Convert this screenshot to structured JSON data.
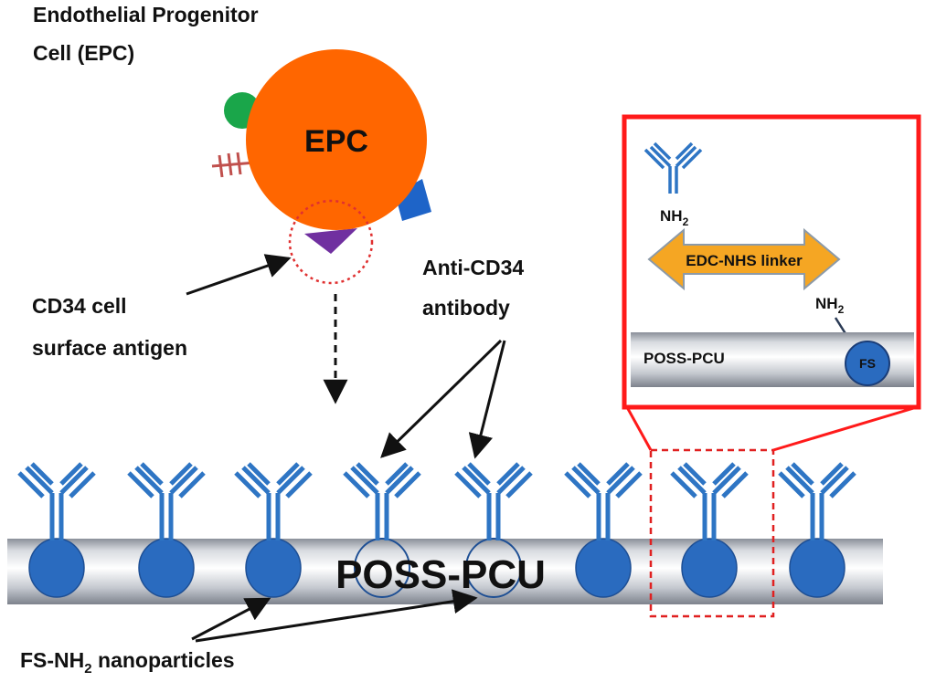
{
  "title": {
    "line1": "Endothelial Progenitor",
    "line2": "Cell (EPC)"
  },
  "cell": {
    "label": "EPC",
    "color": "#ff6600"
  },
  "antigen_label": {
    "line1": "CD34 cell",
    "line2": "surface antigen"
  },
  "antibody_label": {
    "line1": "Anti-CD34",
    "line2": "antibody"
  },
  "surface": {
    "label": "POSS-PCU"
  },
  "nanoparticles_label": {
    "prefix": "FS-NH",
    "subscript": "2",
    "suffix": " nanoparticles"
  },
  "inset": {
    "nh2_top": "NH",
    "nh2_top_sub": "2",
    "linker": "EDC-NHS linker",
    "nh2_bottom": "NH",
    "nh2_bottom_sub": "2",
    "surface": "POSS-PCU",
    "particle": "FS",
    "border_color": "#ff1a1a"
  },
  "colors": {
    "antibody": "#2e75c4",
    "nanoparticle": "#2a6bbf",
    "linker": "#f5a623",
    "arrows": "#111111"
  }
}
